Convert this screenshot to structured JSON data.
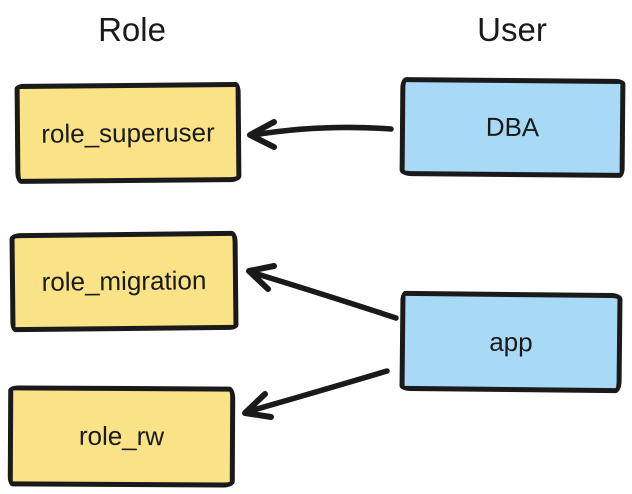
{
  "diagram": {
    "columns": [
      {
        "title": "Role"
      },
      {
        "title": "User"
      }
    ],
    "roles": [
      {
        "label": "role_superuser"
      },
      {
        "label": "role_migration"
      },
      {
        "label": "role_rw"
      }
    ],
    "users": [
      {
        "label": "DBA"
      },
      {
        "label": "app"
      }
    ],
    "edges": [
      {
        "from": "DBA",
        "to": "role_superuser"
      },
      {
        "from": "app",
        "to": "role_migration"
      },
      {
        "from": "app",
        "to": "role_rw"
      }
    ],
    "colors": {
      "role_fill": "#f9e386",
      "user_fill": "#a8daf8",
      "stroke": "#1a1a1a",
      "background": "#ffffff"
    }
  }
}
